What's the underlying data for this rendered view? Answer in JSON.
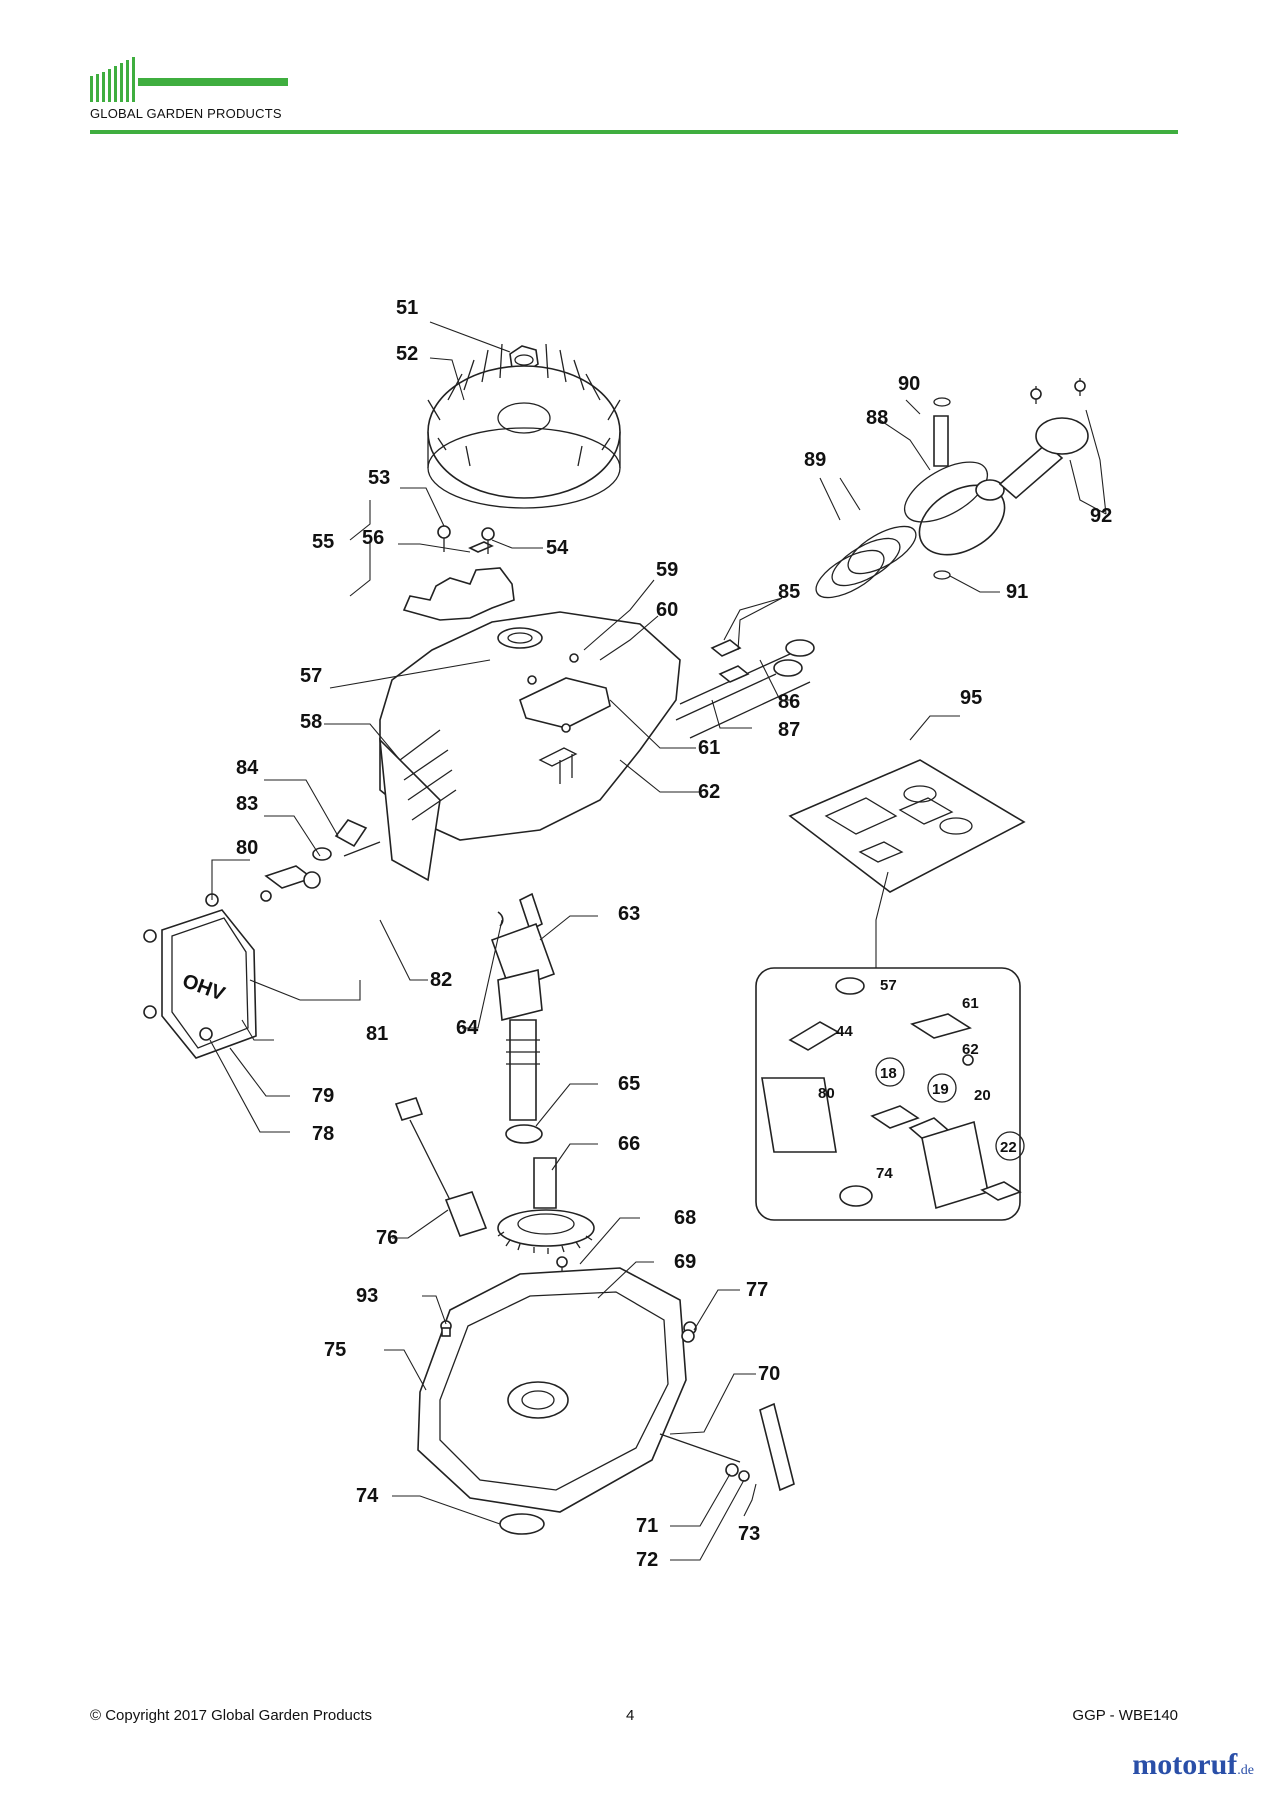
{
  "header": {
    "company_name": "GLOBAL GARDEN PRODUCTS",
    "brand_color": "#3fae3f"
  },
  "footer": {
    "copyright": "© Copyright 2017 Global Garden Products",
    "page_number": "4",
    "model": "GGP - WBE140"
  },
  "watermark": {
    "name": "motoruf",
    "tld": ".de"
  },
  "callouts": [
    "51",
    "52",
    "53",
    "54",
    "55",
    "56",
    "57",
    "58",
    "59",
    "60",
    "61",
    "62",
    "63",
    "64",
    "65",
    "66",
    "68",
    "69",
    "70",
    "71",
    "72",
    "73",
    "74",
    "75",
    "76",
    "77",
    "78",
    "79",
    "80",
    "81",
    "82",
    "83",
    "84",
    "85",
    "86",
    "87",
    "88",
    "89",
    "90",
    "91",
    "92",
    "93",
    "95"
  ],
  "gasket_kit_callouts": [
    "57",
    "61",
    "44",
    "62",
    "18",
    "19",
    "20",
    "80",
    "22",
    "74"
  ],
  "cover_marking": "OHV"
}
